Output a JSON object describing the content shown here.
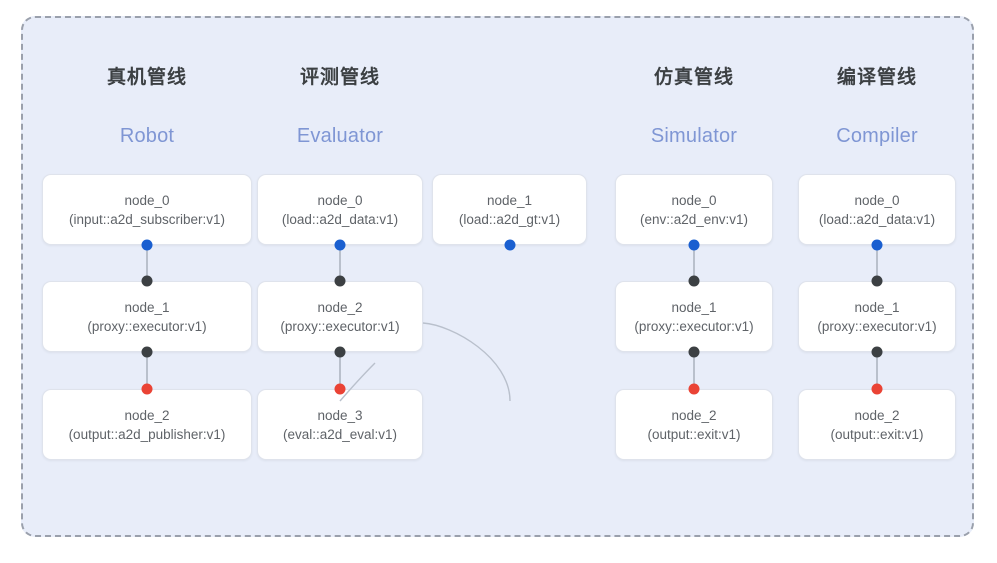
{
  "diagram": {
    "title_note": "pipeline-overview",
    "colors": {
      "panel_bg": "#e8edf9",
      "panel_border": "#9aa0ac",
      "node_bg": "#ffffff",
      "node_border": "#dfe3ec",
      "title_text": "#3c4043",
      "subtitle_text": "#7f96d4",
      "node_text": "#5f6368",
      "port_input": "#1a5fd0",
      "port_link": "#3c4043",
      "port_output": "#ea4335",
      "edge_line": "#b9c0cc"
    }
  },
  "columns": [
    {
      "id": "robot",
      "title": "真机管线",
      "subtitle": "Robot",
      "nodes": [
        {
          "name": "node_0",
          "spec": "(input::a2d_subscriber:v1)"
        },
        {
          "name": "node_1",
          "spec": "(proxy::executor:v1)"
        },
        {
          "name": "node_2",
          "spec": "(output::a2d_publisher:v1)"
        }
      ]
    },
    {
      "id": "evaluator",
      "title": "评测管线",
      "subtitle": "Evaluator",
      "nodes": [
        {
          "name": "node_0",
          "spec": "(load::a2d_data:v1)"
        },
        {
          "name": "node_2",
          "spec": "(proxy::executor:v1)"
        },
        {
          "name": "node_3",
          "spec": "(eval::a2d_eval:v1)"
        },
        {
          "name": "node_1",
          "spec": "(load::a2d_gt:v1)"
        }
      ]
    },
    {
      "id": "simulator",
      "title": "仿真管线",
      "subtitle": "Simulator",
      "nodes": [
        {
          "name": "node_0",
          "spec": "(env::a2d_env:v1)"
        },
        {
          "name": "node_1",
          "spec": "(proxy::executor:v1)"
        },
        {
          "name": "node_2",
          "spec": "(output::exit:v1)"
        }
      ]
    },
    {
      "id": "compiler",
      "title": "编译管线",
      "subtitle": "Compiler",
      "nodes": [
        {
          "name": "node_0",
          "spec": "(load::a2d_data:v1)"
        },
        {
          "name": "node_1",
          "spec": "(proxy::executor:v1)"
        },
        {
          "name": "node_2",
          "spec": "(output::exit:v1)"
        }
      ]
    }
  ]
}
